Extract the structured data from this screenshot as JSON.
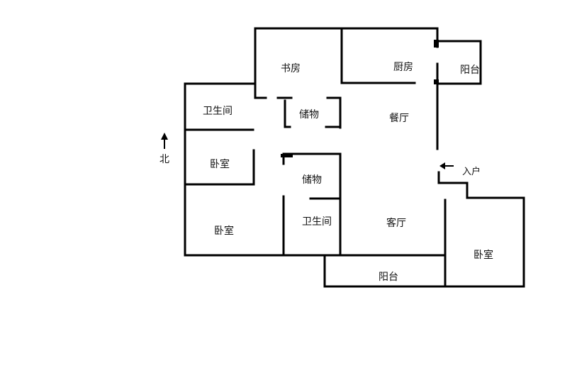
{
  "rooms": {
    "study": "书房",
    "kitchen": "厨房",
    "balcony_north": "阳台",
    "bathroom_north": "卫生间",
    "storage_north": "储物",
    "dining": "餐厅",
    "bedroom_small": "卧室",
    "storage_south": "储物",
    "bedroom_southwest": "卧室",
    "bathroom_south": "卫生间",
    "living": "客厅",
    "bedroom_southeast": "卧室",
    "balcony_south": "阳台"
  },
  "labels": {
    "north": "北",
    "entrance": "入户"
  },
  "colors": {
    "wall": "#000000",
    "background": "#ffffff"
  }
}
